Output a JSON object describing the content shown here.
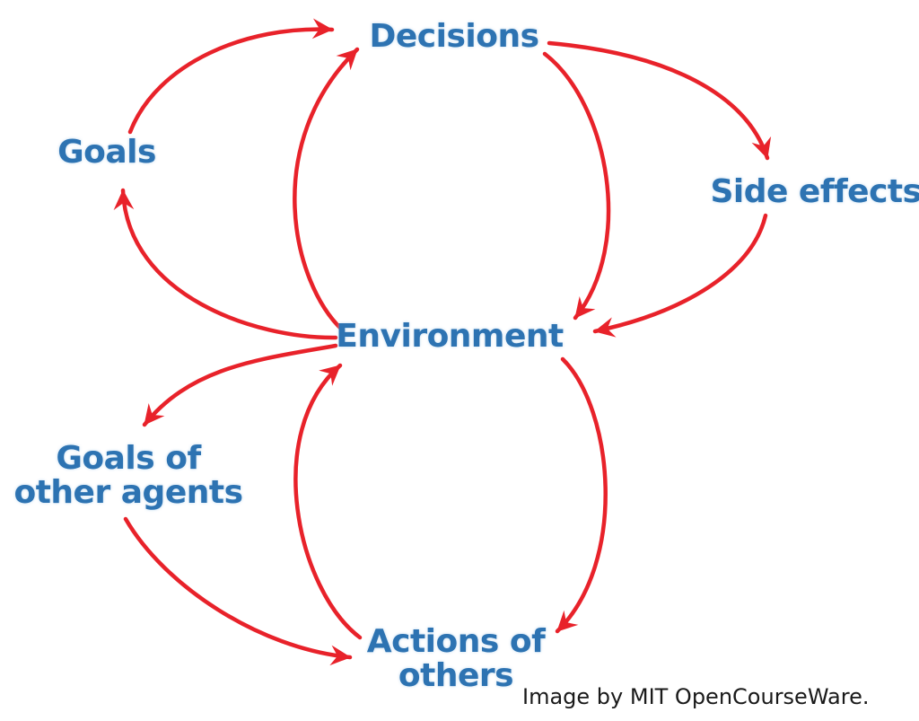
{
  "diagram": {
    "nodes": {
      "decisions": {
        "label": "Decisions"
      },
      "goals": {
        "label": "Goals"
      },
      "side_effects": {
        "label": "Side effects"
      },
      "environment": {
        "label": "Environment"
      },
      "goals_of_other_agents": {
        "line1": "Goals of",
        "line2": "other agents"
      },
      "actions_of_others": {
        "line1": "Actions of",
        "line2": "others"
      }
    },
    "edges": [
      {
        "from": "goals",
        "to": "decisions"
      },
      {
        "from": "environment",
        "to": "decisions"
      },
      {
        "from": "decisions",
        "to": "side_effects"
      },
      {
        "from": "decisions",
        "to": "environment"
      },
      {
        "from": "side_effects",
        "to": "environment"
      },
      {
        "from": "environment",
        "to": "goals"
      },
      {
        "from": "environment",
        "to": "goals_of_other_agents"
      },
      {
        "from": "goals_of_other_agents",
        "to": "actions_of_others"
      },
      {
        "from": "actions_of_others",
        "to": "environment"
      },
      {
        "from": "environment",
        "to": "actions_of_others"
      }
    ],
    "caption": "Image by MIT OpenCourseWare.",
    "colors": {
      "node_text": "#2d73b2",
      "arrow": "#e8222a",
      "caption_text": "#1a1a1a",
      "background": "#ffffff"
    }
  }
}
